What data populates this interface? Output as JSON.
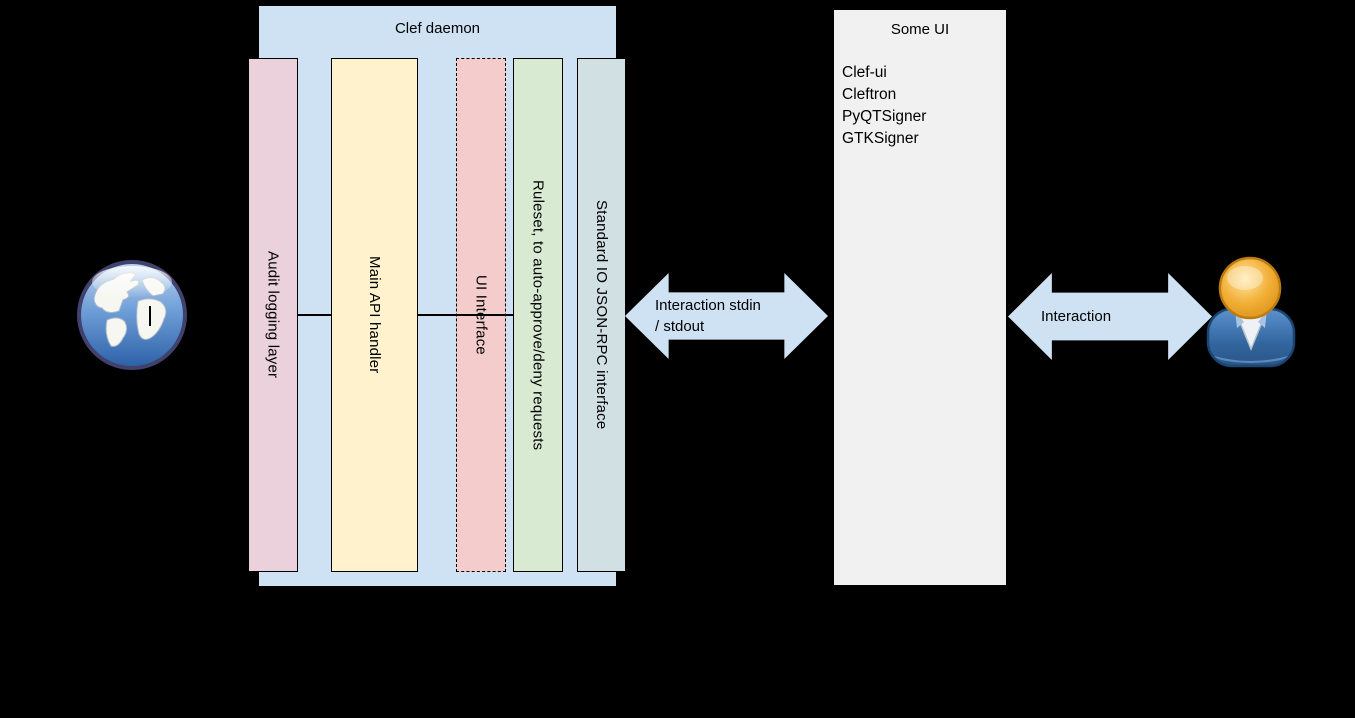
{
  "canvas": {
    "background": "#000000"
  },
  "clef_daemon": {
    "title": "Clef daemon",
    "fill": "#cfe2f3",
    "border": "#000000",
    "bars": [
      {
        "label": "Audit logging layer",
        "fill": "#ead1dc",
        "border_style": "solid"
      },
      {
        "label": "Main API handler",
        "fill": "#fff2cc",
        "border_style": "solid"
      },
      {
        "label": "UI Interface",
        "fill": "#f4cccc",
        "border_style": "dashed"
      },
      {
        "label": "Ruleset, to auto-approve/deny requests",
        "fill": "#d9ead3",
        "border_style": "solid"
      },
      {
        "label": "Standard IO JSON-RPC interface",
        "fill": "#d0e0e3",
        "border_style": "solid"
      }
    ],
    "connector_color": "#000000"
  },
  "arrows": {
    "stdio": {
      "line1": "Interaction stdin",
      "line2": "/ stdout",
      "fill": "#cfe2f3"
    },
    "user": {
      "label": "Interaction",
      "fill": "#cfe2f3"
    }
  },
  "some_ui": {
    "title": "Some UI",
    "fill": "#f1f1f1",
    "border": "#000000",
    "items": [
      "Clef-ui",
      "Cleftron",
      "PyQTSigner",
      "GTKSigner"
    ]
  },
  "icons": {
    "left": "globe-icon",
    "right": "user-icon"
  }
}
